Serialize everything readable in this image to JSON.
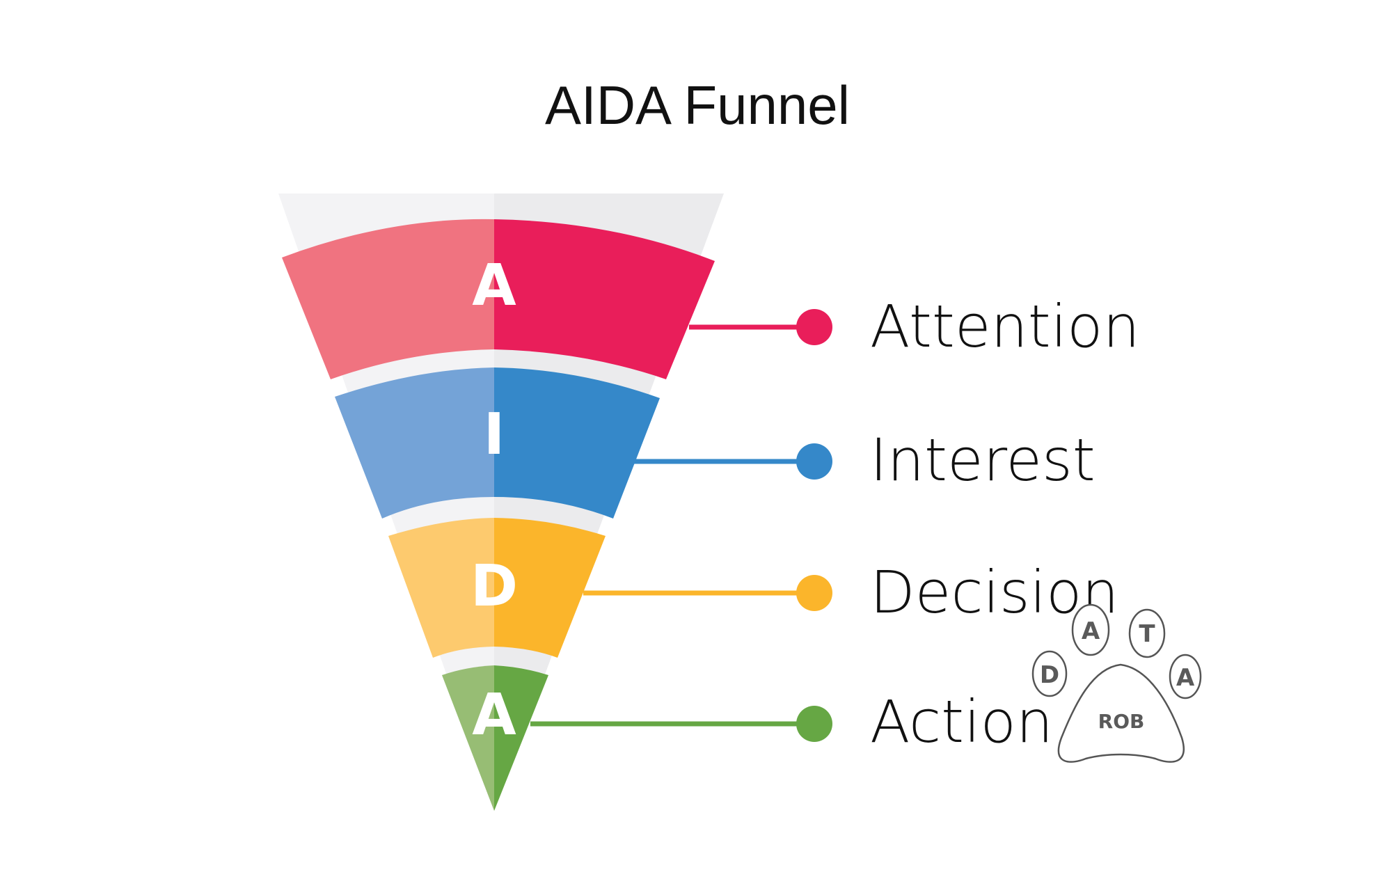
{
  "title": "AIDA Funnel",
  "colors": {
    "background": "#ffffff",
    "funnel_backdrop": "#eeeef0",
    "attention": "#e91e5a",
    "interest": "#3588c9",
    "decision": "#fbb52b",
    "action": "#66a744"
  },
  "stages": [
    {
      "letter": "A",
      "label": "Attention",
      "color": "#e91e5a",
      "light": "#f07380"
    },
    {
      "letter": "I",
      "label": "Interest",
      "color": "#3588c9",
      "light": "#74a3d7"
    },
    {
      "letter": "D",
      "label": "Decision",
      "color": "#fbb52b",
      "light": "#fdca6e"
    },
    {
      "letter": "A",
      "label": "Action",
      "color": "#66a744",
      "light": "#97bd74"
    }
  ],
  "logo": {
    "toe_letters": [
      "D",
      "A",
      "T",
      "A"
    ],
    "pad_text": "ROB",
    "stroke": "#555555"
  }
}
